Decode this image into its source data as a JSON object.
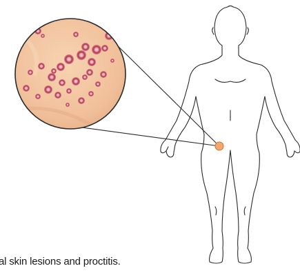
{
  "caption": "al skin lesions and proctitis.",
  "colors": {
    "skin": "#f3c29b",
    "lesion": "#b03450",
    "lesion_center": "#f0c6c4",
    "marker": "#f3a86b",
    "outline": "#2a2a2a"
  },
  "icons": {
    "magnifier": "zoom-circle-lesions",
    "figure": "human-body-outline"
  }
}
